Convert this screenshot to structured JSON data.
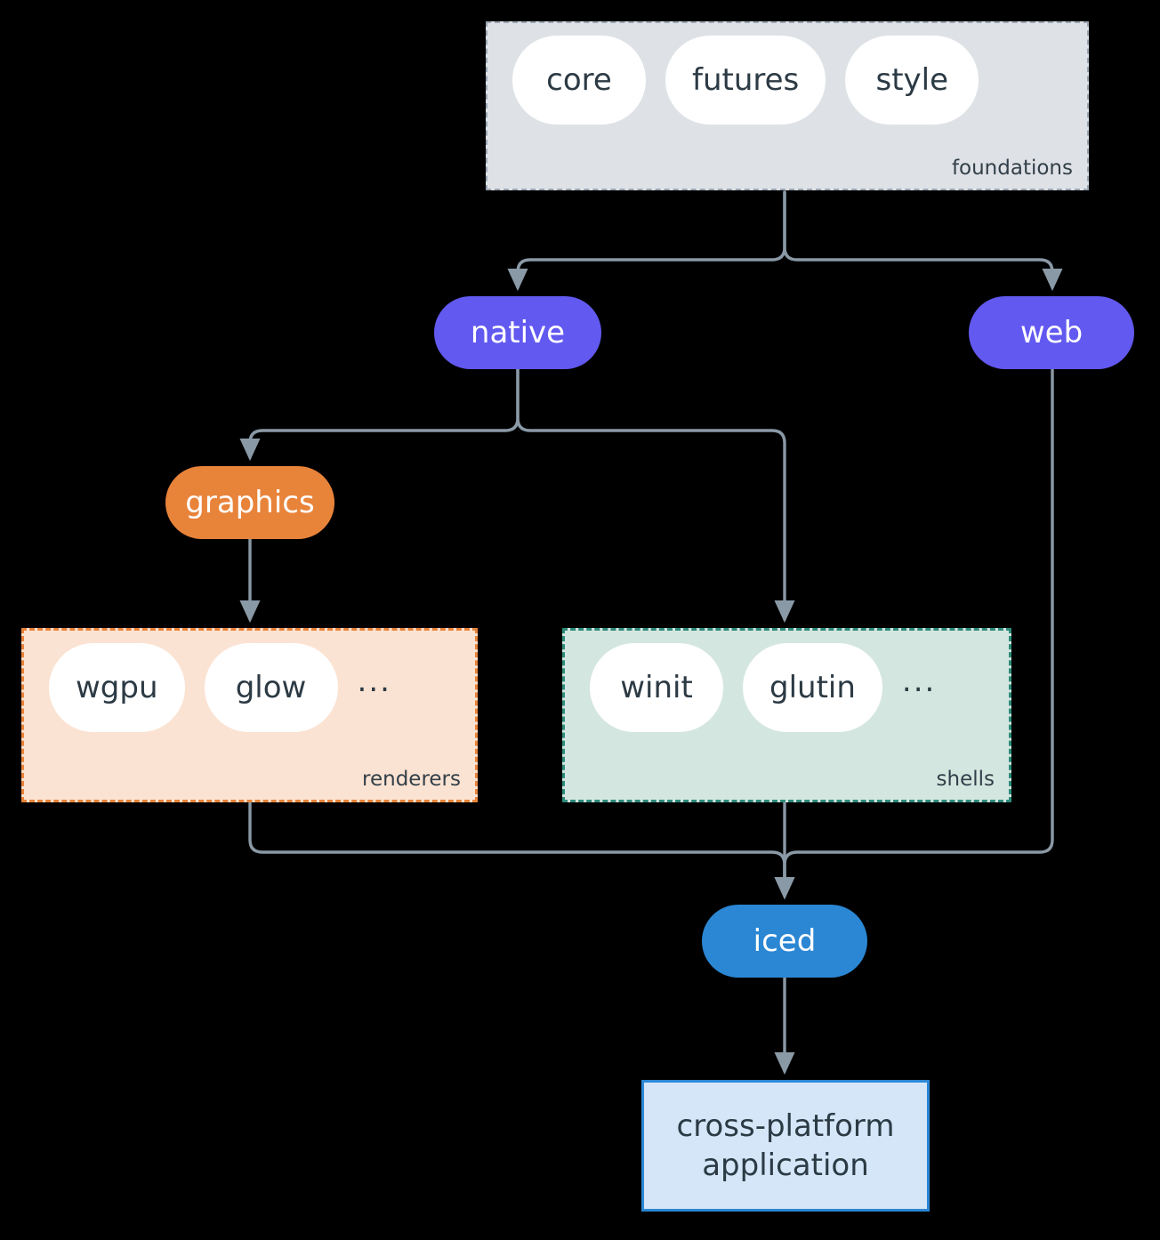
{
  "diagram": {
    "type": "flowchart",
    "direction": "top-down",
    "background": "#000000",
    "groups": [
      {
        "id": "foundations",
        "label": "foundations",
        "fill": "#dee2e6",
        "stroke": "#9aa5b1",
        "stroke_style": "dashed",
        "items": [
          {
            "label": "core"
          },
          {
            "label": "futures"
          },
          {
            "label": "style"
          }
        ]
      },
      {
        "id": "renderers",
        "label": "renderers",
        "fill": "#fbe3d3",
        "stroke": "#e8833a",
        "stroke_style": "dashed",
        "items": [
          {
            "label": "wgpu"
          },
          {
            "label": "glow"
          }
        ],
        "more": "..."
      },
      {
        "id": "shells",
        "label": "shells",
        "fill": "#d4e6e0",
        "stroke": "#2e8b7a",
        "stroke_style": "dashed",
        "items": [
          {
            "label": "winit"
          },
          {
            "label": "glutin"
          }
        ],
        "more": "..."
      }
    ],
    "nodes": [
      {
        "id": "native",
        "label": "native",
        "shape": "stadium",
        "fill": "#6259f0",
        "text_color": "#ffffff"
      },
      {
        "id": "web",
        "label": "web",
        "shape": "stadium",
        "fill": "#6259f0",
        "text_color": "#ffffff"
      },
      {
        "id": "graphics",
        "label": "graphics",
        "shape": "stadium",
        "fill": "#e8833a",
        "text_color": "#ffffff"
      },
      {
        "id": "iced",
        "label": "iced",
        "shape": "stadium",
        "fill": "#2b87d4",
        "text_color": "#ffffff"
      },
      {
        "id": "app",
        "label_line1": "cross-platform",
        "label_line2": "application",
        "shape": "rectangle",
        "fill": "#d4e6f8",
        "stroke": "#2b87d4",
        "text_color": "#2c3a44"
      }
    ],
    "edges": [
      {
        "from": "foundations",
        "to": "native",
        "arrow": true
      },
      {
        "from": "foundations",
        "to": "web",
        "arrow": true
      },
      {
        "from": "native",
        "to": "graphics",
        "arrow": true
      },
      {
        "from": "native",
        "to": "shells",
        "arrow": true
      },
      {
        "from": "graphics",
        "to": "renderers",
        "arrow": true
      },
      {
        "from": "renderers",
        "to": "iced",
        "arrow": true
      },
      {
        "from": "shells",
        "to": "iced",
        "arrow": true
      },
      {
        "from": "web",
        "to": "iced",
        "arrow": true
      },
      {
        "from": "iced",
        "to": "app",
        "arrow": true
      }
    ],
    "edge_color": "#8a99a6"
  }
}
